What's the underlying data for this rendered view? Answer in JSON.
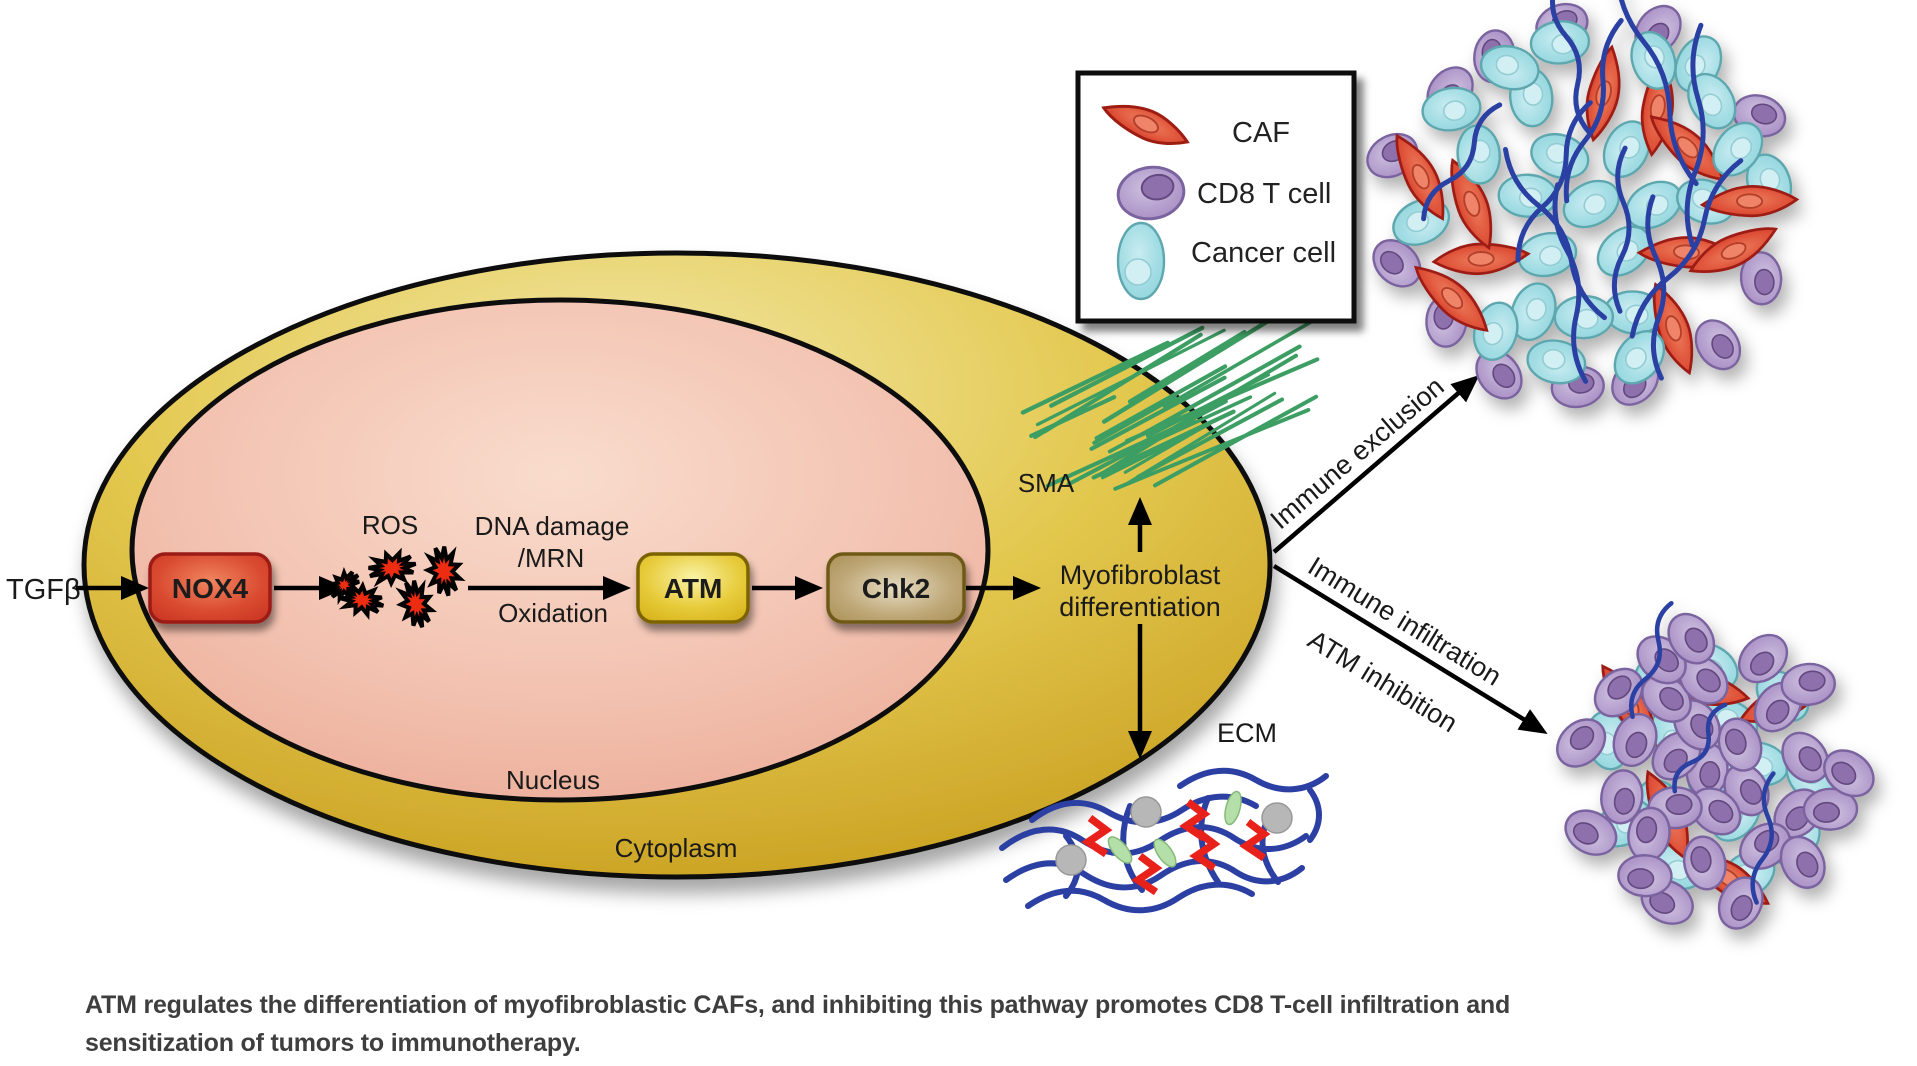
{
  "legend": {
    "items": [
      {
        "label": "CAF"
      },
      {
        "label": "CD8 T cell"
      },
      {
        "label": "Cancer cell"
      }
    ]
  },
  "cell_labels": {
    "nucleus": "Nucleus",
    "cytoplasm": "Cytoplasm"
  },
  "pathway": {
    "ligand": "TGFβ",
    "nox4": "NOX4",
    "ros": "ROS",
    "dna_damage": "DNA damage",
    "mrn": "/MRN",
    "oxidation": "Oxidation",
    "atm": "ATM",
    "chk2": "Chk2",
    "myofibroblast_line1": "Myofibroblast",
    "myofibroblast_line2": "differentiation",
    "sma": "SMA",
    "ecm": "ECM"
  },
  "branches": {
    "exclusion": "Immune exclusion",
    "infiltration": "Immune infiltration",
    "atm_inhibition": "ATM inhibition"
  },
  "caption": {
    "line1": "ATM regulates the differentiation of myofibroblastic CAFs, and inhibiting this pathway promotes CD8 T-cell infiltration and",
    "line2": "sensitization of tumors to immunotherapy."
  },
  "colors": {
    "cytoplasm_gold": "#cfa32b",
    "nucleus_pink": "#f2bfad",
    "nox4_red": "#d6402e",
    "atm_gold": "#e2c433",
    "chk2_tan": "#b49a63",
    "sma_green": "#3d9e63",
    "ecm_blue": "#2c3fa3",
    "caf_red": "#de5138",
    "cd8_purple": "#b5a0ce",
    "cancer_cyan": "#a3dde4",
    "arrow_black": "#000000"
  }
}
